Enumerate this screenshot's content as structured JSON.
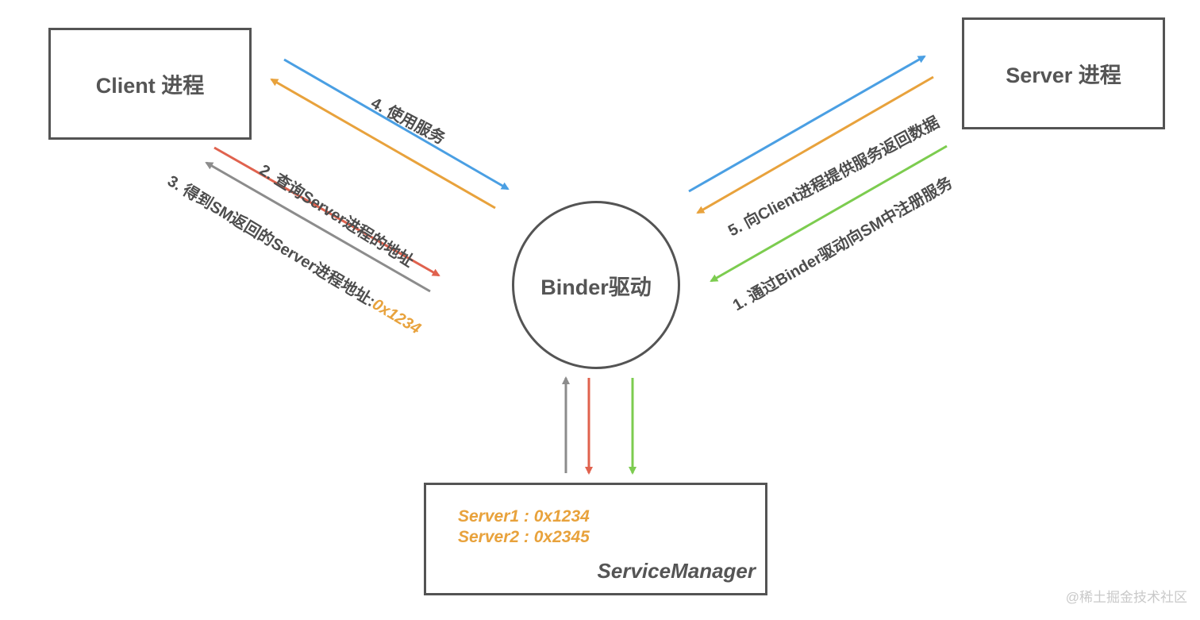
{
  "nodes": {
    "client": "Client 进程",
    "server": "Server 进程",
    "binder": "Binder驱动",
    "service_manager": {
      "title": "ServiceManager",
      "entries": [
        "Server1 : 0x1234",
        "Server2 : 0x2345"
      ]
    }
  },
  "steps": {
    "step1": "1. 通过Binder驱动向SM中注册服务",
    "step2": "2. 查询Server进程的地址",
    "step3_prefix": "3. 得到SM返回的Server进程地址:",
    "step3_value": "0x1234",
    "step4": "4. 使用服务",
    "step5": "5. 向Client进程提供服务返回数据"
  },
  "colors": {
    "blue": "#4a9fe3",
    "orange": "#e8a23c",
    "red": "#e0624e",
    "gray": "#8c8c8c",
    "green": "#7ccc4f",
    "border": "#545454",
    "text": "#555555"
  },
  "watermark": "@稀土掘金技术社区"
}
